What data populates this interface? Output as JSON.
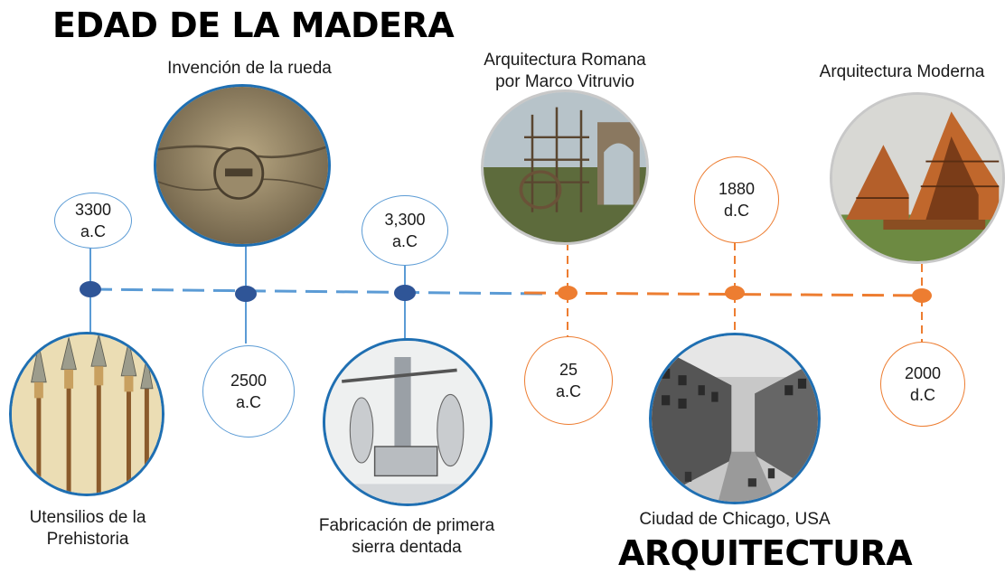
{
  "titles": {
    "top": "EDAD DE LA MADERA",
    "bottom": "ARQUITECTURA"
  },
  "colors": {
    "blue_line": "#5b9bd5",
    "blue_dot": "#2f5597",
    "orange": "#ed7d31"
  },
  "events": [
    {
      "date": [
        "3300",
        "a.C"
      ],
      "caption": [
        "Utensilios de la",
        "Prehistoria"
      ],
      "image": "prehistoric-spears-image",
      "era": "madera"
    },
    {
      "date": [
        "2500",
        "a.C"
      ],
      "caption": [
        "Invención de la rueda"
      ],
      "image": "stone-wheel-image",
      "era": "madera"
    },
    {
      "date": [
        "3,300",
        "a.C"
      ],
      "caption": [
        "Fabricación de primera",
        "sierra dentada"
      ],
      "image": "saw-engraving-image",
      "era": "madera"
    },
    {
      "date": [
        "25",
        "a.C"
      ],
      "caption": [
        "Arquitectura Romana",
        "por Marco Vitruvio"
      ],
      "image": "roman-architecture-image",
      "era": "arquitectura"
    },
    {
      "date": [
        "1880",
        "d.C"
      ],
      "caption": [
        "Ciudad de Chicago, USA"
      ],
      "image": "chicago-street-image",
      "era": "arquitectura"
    },
    {
      "date": [
        "2000",
        "d.C"
      ],
      "caption": [
        "Arquitectura Moderna"
      ],
      "image": "modern-wood-house-image",
      "era": "arquitectura"
    }
  ]
}
